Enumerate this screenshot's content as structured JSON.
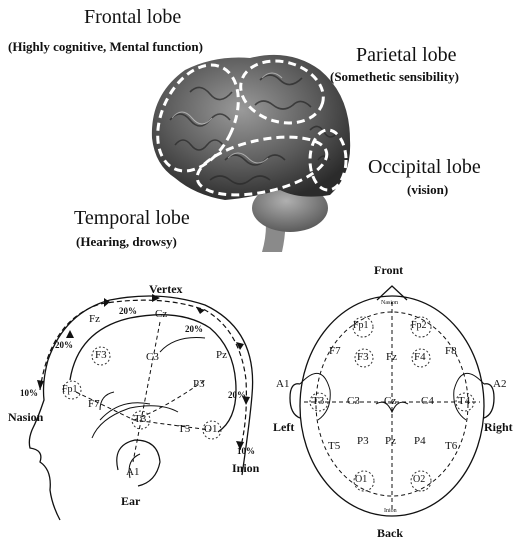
{
  "lobes": {
    "frontal": {
      "name": "Frontal lobe",
      "desc": "(Highly cognitive, Mental function)"
    },
    "parietal": {
      "name": "Parietal lobe",
      "desc": "(Somethetic sensibility)"
    },
    "occipital": {
      "name": "Occipital lobe",
      "desc": "(vision)"
    },
    "temporal": {
      "name": "Temporal lobe",
      "desc": "(Hearing, drowsy)"
    }
  },
  "side_view": {
    "vertex": "Vertex",
    "nasion": "Nasion",
    "inion": "Inion",
    "ear": "Ear",
    "pct": {
      "p10a": "10%",
      "p20a": "20%",
      "p20b": "20%",
      "p20c": "20%",
      "p20d": "20%",
      "p10b": "10%"
    },
    "electrodes": {
      "fz": "Fz",
      "cz": "Cz",
      "pz": "Pz",
      "f3": "F3",
      "c3": "C3",
      "p3": "P3",
      "fp1": "Fp1",
      "f7": "F7",
      "t3": "T3",
      "t5": "T5",
      "o1": "O1",
      "a1": "A1"
    }
  },
  "top_view": {
    "front": "Front",
    "back": "Back",
    "left": "Left",
    "right": "Right",
    "nasion": "Nasion",
    "inion": "Inion",
    "electrodes": {
      "fp1": "Fp1",
      "fp2": "Fp2",
      "f7": "F7",
      "f3": "F3",
      "fz": "Fz",
      "f4": "F4",
      "f8": "F8",
      "a1": "A1",
      "t3": "T3",
      "c3": "C3",
      "cz": "Cz",
      "c4": "C4",
      "t4": "T4",
      "a2": "A2",
      "t5": "T5",
      "p3": "P3",
      "pz": "Pz",
      "p4": "P4",
      "t6": "T6",
      "o1": "O1",
      "o2": "O2"
    }
  }
}
